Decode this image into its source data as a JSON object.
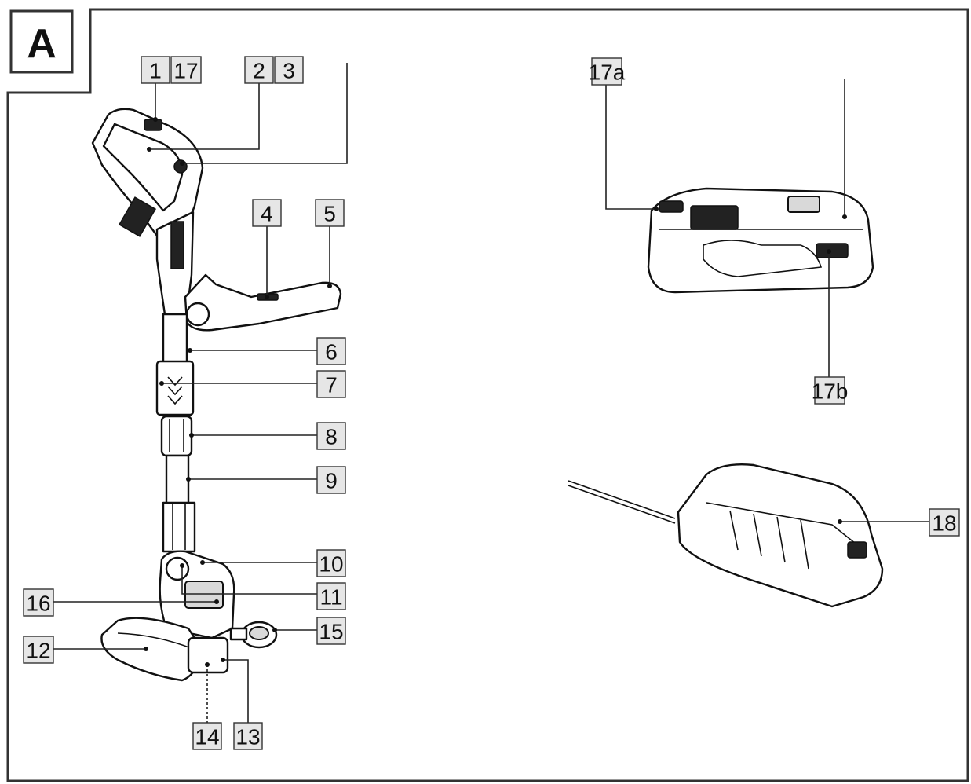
{
  "figure": {
    "section_letter": "A",
    "labels": [
      {
        "id": "l1",
        "text": "1"
      },
      {
        "id": "l17",
        "text": "17"
      },
      {
        "id": "l2",
        "text": "2"
      },
      {
        "id": "l3",
        "text": "3"
      },
      {
        "id": "l4",
        "text": "4"
      },
      {
        "id": "l5",
        "text": "5"
      },
      {
        "id": "l6",
        "text": "6"
      },
      {
        "id": "l7",
        "text": "7"
      },
      {
        "id": "l8",
        "text": "8"
      },
      {
        "id": "l9",
        "text": "9"
      },
      {
        "id": "l10",
        "text": "10"
      },
      {
        "id": "l11",
        "text": "11"
      },
      {
        "id": "l16",
        "text": "16"
      },
      {
        "id": "l15",
        "text": "15"
      },
      {
        "id": "l12",
        "text": "12"
      },
      {
        "id": "l14",
        "text": "14"
      },
      {
        "id": "l13",
        "text": "13"
      },
      {
        "id": "l17a",
        "text": "17a"
      },
      {
        "id": "l17b",
        "text": "17b"
      },
      {
        "id": "l18",
        "text": "18"
      }
    ]
  }
}
